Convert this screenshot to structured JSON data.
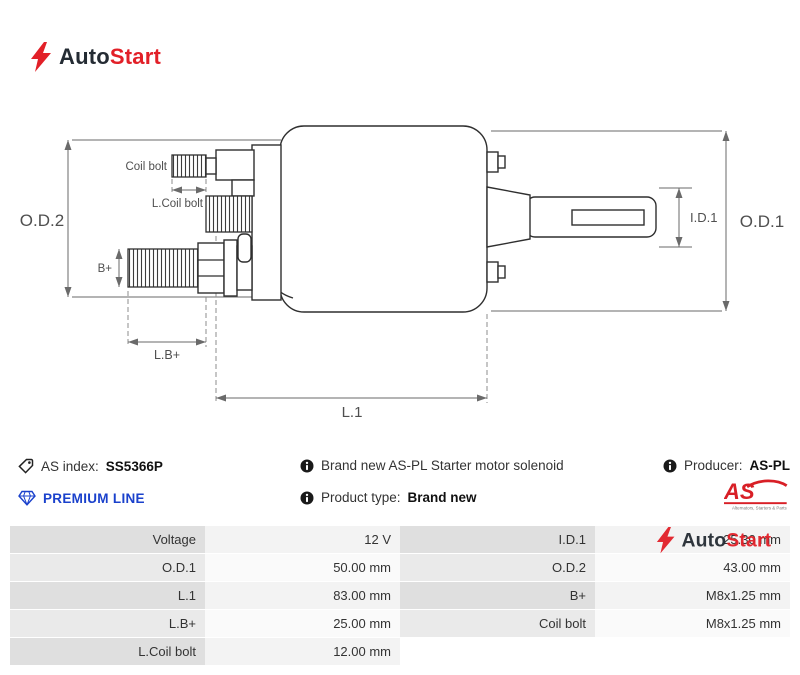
{
  "logo": {
    "auto": "Auto",
    "start": "Start"
  },
  "diagram": {
    "od2": "O.D.2",
    "od1": "O.D.1",
    "id1": "I.D.1",
    "coil_bolt": "Coil bolt",
    "l_coil_bolt": "L.Coil bolt",
    "b_plus": "B+",
    "l_b_plus": "L.B+",
    "l1": "L.1"
  },
  "info": {
    "as_index_label": "AS index:",
    "as_index_value": "SS5366P",
    "description": "Brand new AS-PL Starter motor solenoid",
    "producer_label": "Producer:",
    "producer_value": "AS-PL",
    "premium_line": "PREMIUM LINE",
    "product_type_label": "Product type:",
    "product_type_value": "Brand new",
    "aspl_text": "AS",
    "aspl_caption": "Alternators, Starters & Parts"
  },
  "table": {
    "rows": [
      {
        "label1": "Voltage",
        "value1": "12 V",
        "label2": "I.D.1",
        "value2": "25.30 mm"
      },
      {
        "label1": "O.D.1",
        "value1": "50.00 mm",
        "label2": "O.D.2",
        "value2": "43.00 mm"
      },
      {
        "label1": "L.1",
        "value1": "83.00 mm",
        "label2": "B+",
        "value2": "M8x1.25 mm"
      },
      {
        "label1": "L.B+",
        "value1": "25.00 mm",
        "label2": "Coil bolt",
        "value2": "M8x1.25 mm"
      },
      {
        "label1": "L.Coil bolt",
        "value1": "12.00 mm",
        "label2": "",
        "value2": ""
      }
    ]
  },
  "colors": {
    "accent_red": "#e22028",
    "premium_blue": "#1a41cc",
    "table_label_bg": "#dfdfdf",
    "table_value_bg": "#f3f3f3"
  }
}
